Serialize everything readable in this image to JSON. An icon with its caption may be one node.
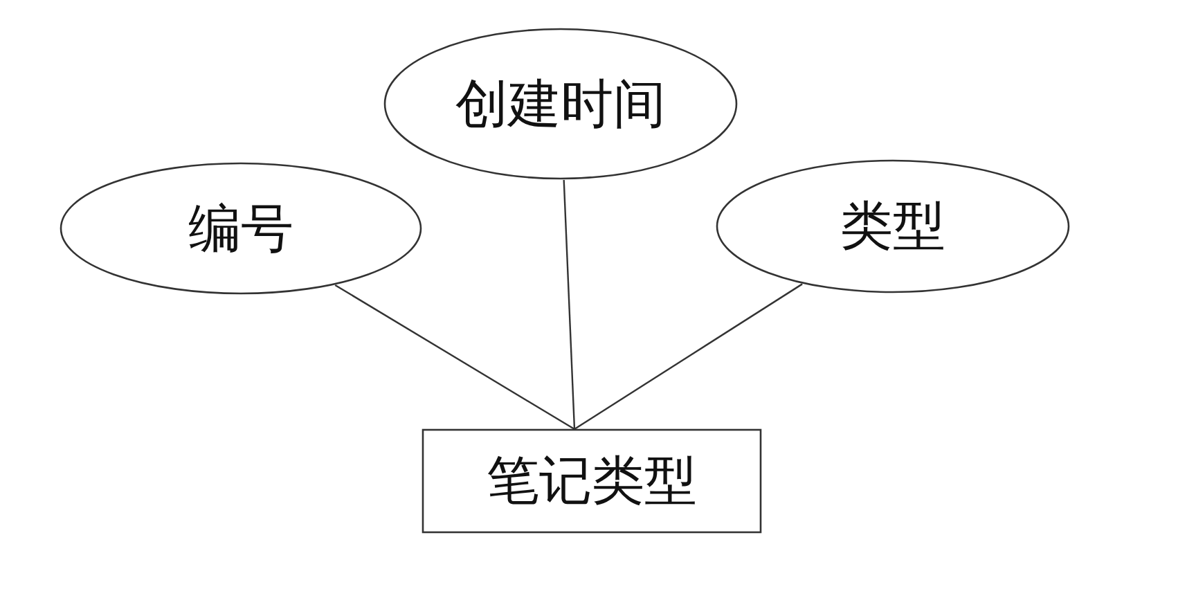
{
  "diagram": {
    "nodes": [
      {
        "text": [
          "创建时间"
        ]
      },
      {
        "text": [
          "编号"
        ]
      },
      {
        "text": [
          "类型"
        ]
      },
      {
        "text": [
          "笔记类型"
        ]
      }
    ],
    "edges": [
      {
        "from": 1,
        "to": 3,
        "arrow": "none"
      },
      {
        "from": 0,
        "to": 3,
        "arrow": "none"
      },
      {
        "from": 2,
        "to": 3,
        "arrow": "none"
      }
    ]
  }
}
